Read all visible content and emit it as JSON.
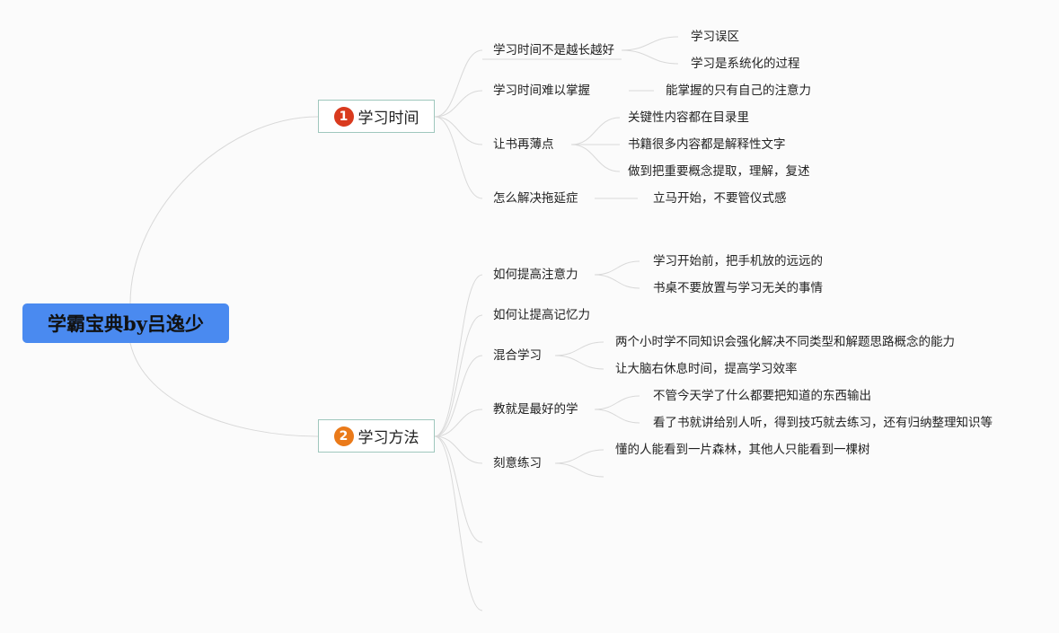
{
  "root": {
    "title": "学霸宝典by吕逸少"
  },
  "branches": [
    {
      "number": "1",
      "label": "学习时间",
      "color": "#d93a1e",
      "children": [
        {
          "label": "学习时间不是越长越好",
          "children": [
            "学习误区",
            "学习是系统化的过程"
          ]
        },
        {
          "label": "学习时间难以掌握",
          "children": [
            "能掌握的只有自己的注意力"
          ]
        },
        {
          "label": "让书再薄点",
          "children": [
            "关键性内容都在目录里",
            "书籍很多内容都是解释性文字",
            "做到把重要概念提取，理解，复述"
          ]
        },
        {
          "label": "怎么解决拖延症",
          "children": [
            "立马开始，不要管仪式感"
          ]
        }
      ]
    },
    {
      "number": "2",
      "label": "学习方法",
      "color": "#ea7a1a",
      "children": [
        {
          "label": "如何提高注意力",
          "children": [
            "学习开始前，把手机放的远远的",
            "书桌不要放置与学习无关的事情"
          ]
        },
        {
          "label": "如何让提高记忆力",
          "children": []
        },
        {
          "label": "混合学习",
          "children": [
            "两个小时学不同知识会强化解决不同类型和解题思路概念的能力",
            "让大脑右休息时间，提高学习效率"
          ]
        },
        {
          "label": "教就是最好的学",
          "children": [
            "不管今天学了什么都要把知道的东西输出",
            "看了书就讲给别人听，得到技巧就去练习，还有归纳整理知识等"
          ]
        },
        {
          "label": "刻意练习",
          "children": [
            "懂的人能看到一片森林，其他人只能看到一棵树",
            ""
          ]
        },
        {
          "label": "",
          "children": []
        },
        {
          "label": "",
          "children": []
        }
      ]
    }
  ]
}
